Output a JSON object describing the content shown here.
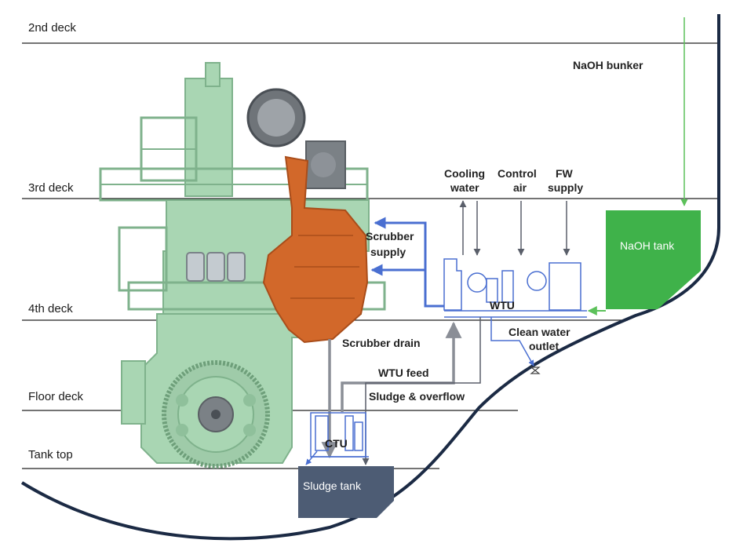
{
  "decks": {
    "deck2": "2nd deck",
    "deck3": "3rd deck",
    "deck4": "4th deck",
    "floor": "Floor deck",
    "tanktop": "Tank top"
  },
  "labels": {
    "naoh_bunker": "NaOH bunker",
    "cooling_water_1": "Cooling",
    "cooling_water_2": "water",
    "control_air_1": "Control",
    "control_air_2": "air",
    "fw_supply_1": "FW",
    "fw_supply_2": "supply",
    "scrubber_supply_1": "Scrubber",
    "scrubber_supply_2": "supply",
    "wtu": "WTU",
    "clean_water_outlet_1": "Clean water",
    "clean_water_outlet_2": "outlet",
    "scrubber_drain": "Scrubber drain",
    "wtu_feed": "WTU feed",
    "sludge_overflow": "Sludge & overflow",
    "ctu": "CTU"
  },
  "tanks": {
    "naoh": "NaOH tank",
    "sludge": "Sludge tank"
  },
  "colors": {
    "hull": "#1b2a44",
    "deck_line": "#222222",
    "naoh_green": "#3fb24a",
    "bunker_line": "#5cc15a",
    "blue_flow": "#4a6fd1",
    "grey_flow": "#8a8e96",
    "sludge_tank": "#4d5c74",
    "engine_green": "#a9d6b3",
    "engine_dark": "#7fb28c",
    "scrubber_orange": "#d2682a"
  }
}
